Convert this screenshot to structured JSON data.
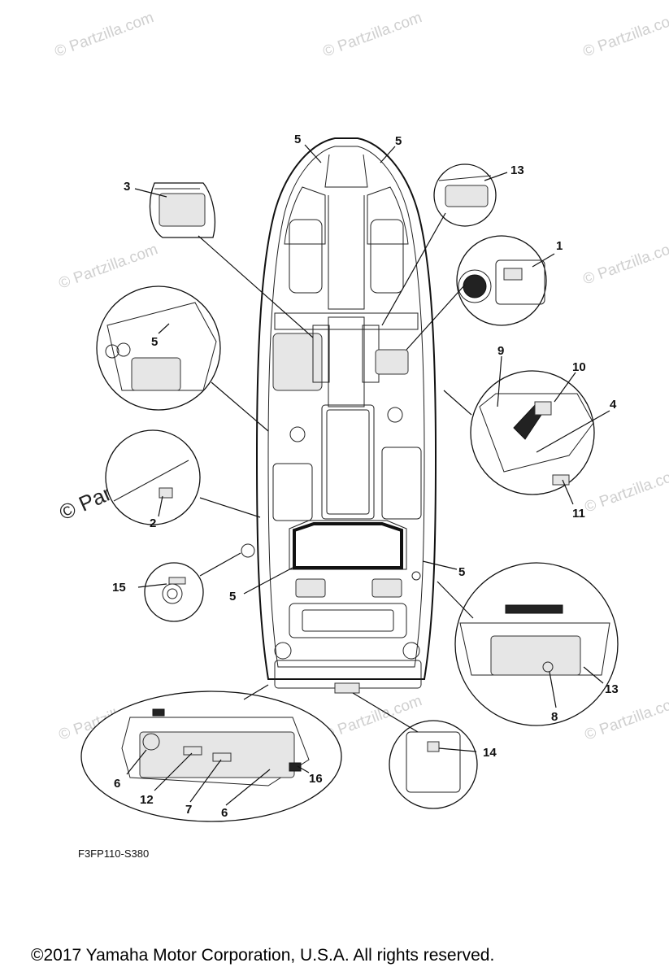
{
  "watermarks": {
    "small": "© Partzilla.com",
    "large": "© Partzilla.com"
  },
  "callouts": [
    {
      "id": "c5a",
      "label": "5"
    },
    {
      "id": "c5b",
      "label": "5"
    },
    {
      "id": "c13a",
      "label": "13"
    },
    {
      "id": "c3",
      "label": "3"
    },
    {
      "id": "c1",
      "label": "1"
    },
    {
      "id": "c5c",
      "label": "5"
    },
    {
      "id": "c9",
      "label": "9"
    },
    {
      "id": "c10",
      "label": "10"
    },
    {
      "id": "c4",
      "label": "4"
    },
    {
      "id": "c11",
      "label": "11"
    },
    {
      "id": "c2",
      "label": "2"
    },
    {
      "id": "c15",
      "label": "15"
    },
    {
      "id": "c5d",
      "label": "5"
    },
    {
      "id": "c5e",
      "label": "5"
    },
    {
      "id": "c13b",
      "label": "13"
    },
    {
      "id": "c8",
      "label": "8"
    },
    {
      "id": "c14",
      "label": "14"
    },
    {
      "id": "c6a",
      "label": "6"
    },
    {
      "id": "c12",
      "label": "12"
    },
    {
      "id": "c7",
      "label": "7"
    },
    {
      "id": "c6b",
      "label": "6"
    },
    {
      "id": "c16",
      "label": "16"
    }
  ],
  "part_code": "F3FP110-S380",
  "copyright": "©2017  Yamaha Motor Corporation, U.S.A. All rights reserved."
}
